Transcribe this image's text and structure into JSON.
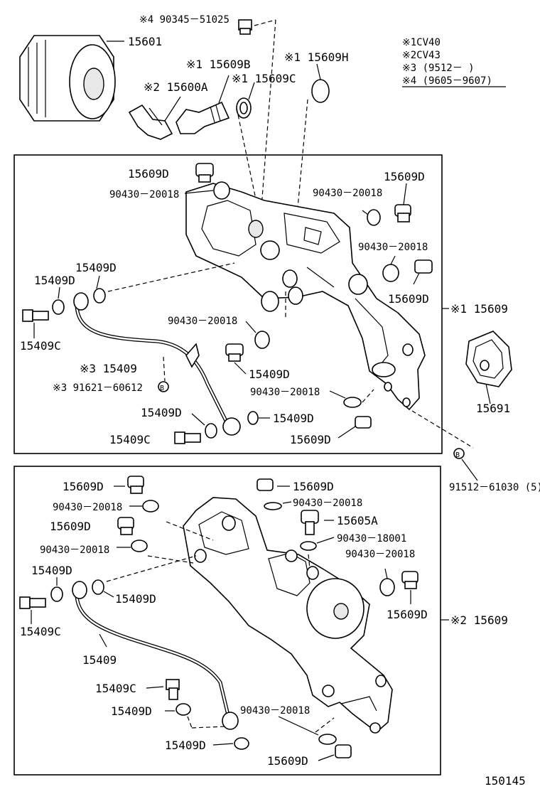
{
  "legend": {
    "items": [
      "※1CV40",
      "※2CV43",
      "※3 (9512－      )",
      "※4 (9605－9607)"
    ]
  },
  "labels": {
    "l01": "※4 90345－51025",
    "l02": "15601",
    "l03": "※1 15609B",
    "l04": "※2 15600A",
    "l05": "※1 15609C",
    "l06": "※1 15609H",
    "l07": "15609D",
    "l08": "90430－20018",
    "l09": "90430－20018",
    "l10": "15609D",
    "l11": "90430－20018",
    "l12": "15409D",
    "l13": "15409D",
    "l14": "15609D",
    "l15": "※1 15609",
    "l16": "90430－20018",
    "l17": "15409C",
    "l18": "※3 15409",
    "l19": "15409D",
    "l20": "※3 91621－60612",
    "l21": "90430－20018",
    "l22": "15691",
    "l23": "15409D",
    "l24": "15409D",
    "l25": "15409C",
    "l26": "15609D",
    "l27": "91512－61030 (5)",
    "l28": "15609D",
    "l29": "15609D",
    "l30": "90430－20018",
    "l31": "90430－20018",
    "l32": "15605A",
    "l33": "15609D",
    "l34": "90430－18001",
    "l35": "90430－20018",
    "l36": "90430－20018",
    "l37": "15409D",
    "l38": "15409D",
    "l39": "15609D",
    "l40": "15409C",
    "l41": "※2 15609",
    "l42": "15409",
    "l43": "15409C",
    "l44": "90430－20018",
    "l45": "15409D",
    "l46": "15409D",
    "l47": "15609D",
    "l48": "150145"
  },
  "markers": {
    "b": "B"
  }
}
